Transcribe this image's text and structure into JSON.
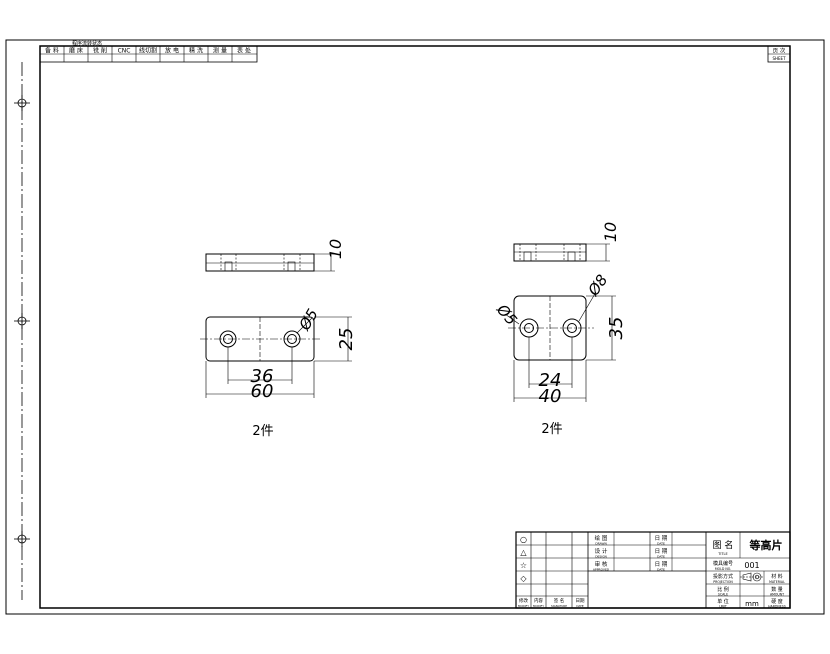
{
  "header_row": {
    "caption": "程序流转状态",
    "cells": [
      "备 料",
      "磨 床",
      "铣 削",
      "CNC",
      "线切割",
      "放 电",
      "精 洗",
      "测 量",
      "表 处"
    ]
  },
  "sheet_box": {
    "label": "页 次",
    "sub": "SHEET"
  },
  "part_a": {
    "dims": {
      "height": "10",
      "width_total": "60",
      "hole_spacing": "36",
      "depth": "25",
      "hole_dia": "Ø5"
    },
    "quantity": "2件"
  },
  "part_b": {
    "dims": {
      "height": "10",
      "width_total": "40",
      "hole_spacing": "24",
      "depth": "35",
      "hole_dia": "Ø5",
      "counterbore_dia": "Ø8"
    },
    "quantity": "2件"
  },
  "revisions": {
    "symbols": [
      "○",
      "△",
      "☆",
      "◇"
    ],
    "footer": [
      {
        "label": "修改",
        "sub": "MODIFY"
      },
      {
        "label": "内容",
        "sub": "MODIFY"
      },
      {
        "label": "签 名",
        "sub": "SIGNATURE"
      },
      {
        "label": "日期",
        "sub": "DATE"
      }
    ]
  },
  "title_block": {
    "drawn": {
      "label": "绘 图",
      "sub": "DRAWN"
    },
    "design": {
      "label": "设 计",
      "sub": "DESIGN"
    },
    "approved": {
      "label": "审 核",
      "sub": "APPROVED"
    },
    "date_labels": [
      {
        "label": "日 期",
        "sub": "DATE"
      },
      {
        "label": "日 期",
        "sub": "DATE"
      },
      {
        "label": "日 期",
        "sub": "DATE"
      }
    ],
    "title_label": "图 名",
    "title_sub": "TITLE",
    "title_value": "等高片",
    "mold_label": "模具编号",
    "mold_sub": "MOLD NO.",
    "mold_value": "001",
    "projection_label": "投影方式",
    "projection_sub": "PROJECTION",
    "material_label": "材 料",
    "material_sub": "MATERIAL",
    "scale_label": "比 例",
    "scale_sub": "SCALE",
    "amount_label": "数 量",
    "amount_sub": "AMOUNT",
    "unit_label": "单 位",
    "unit_sub": "UNIT",
    "unit_value": "mm",
    "hardness_label": "硬 度",
    "hardness_sub": "HARDNESS"
  }
}
